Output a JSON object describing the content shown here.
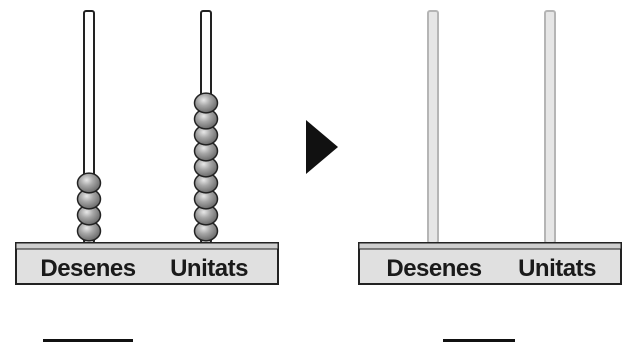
{
  "left_abacus": {
    "tens_label": "Desenes",
    "units_label": "Unitats",
    "tens_beads": 4,
    "units_beads": 9
  },
  "arrow_icon": "play-triangle-icon",
  "right_abacus": {
    "tens_label": "Desenes",
    "units_label": "Unitats",
    "tens_beads": 0,
    "units_beads": 0
  },
  "colors": {
    "bead": "#8c8c8c",
    "rod_left": "#ffffff",
    "rod_right": "#e6e6e6",
    "base": "#e0e0e0",
    "outline": "#222222"
  }
}
